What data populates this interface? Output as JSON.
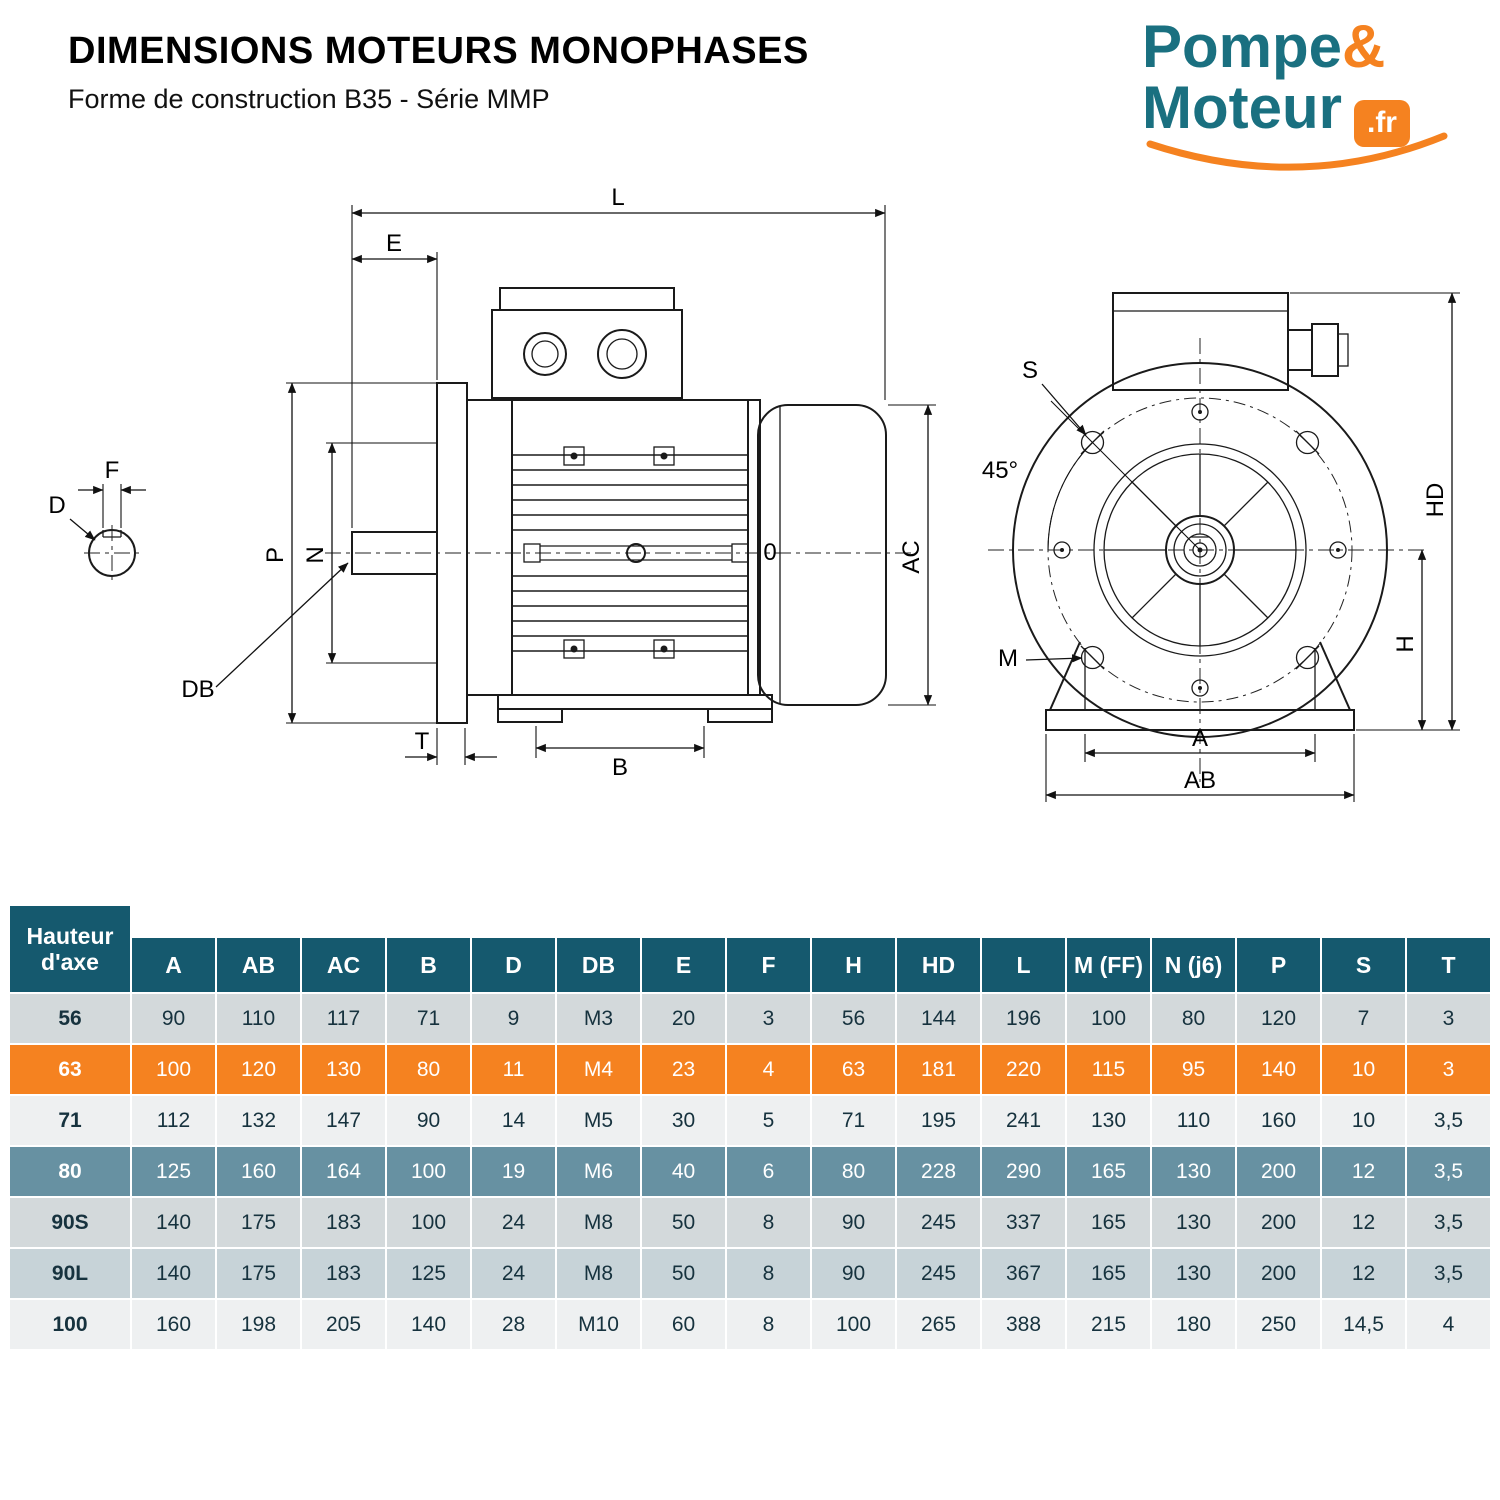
{
  "page": {
    "title": "DIMENSIONS MOTEURS MONOPHASES",
    "subtitle": "Forme de construction B35 - Série MMP"
  },
  "logo": {
    "word1": "Pompe",
    "amp": "&",
    "word2": "Moteur",
    "tld": ".fr"
  },
  "colors": {
    "brand_teal": "#1a7080",
    "brand_orange": "#f58220",
    "table_header": "#15596e",
    "row_highlight_orange": "#f58220",
    "row_steel_blue": "#6791a2"
  },
  "diagram": {
    "side": {
      "L": "L",
      "E": "E",
      "F": "F",
      "D": "D",
      "P": "P",
      "N": "N",
      "DB": "DB",
      "T": "T",
      "B": "B",
      "AC": "AC",
      "O": "0"
    },
    "front": {
      "S": "S",
      "angle": "45°",
      "M": "M",
      "HD": "HD",
      "H": "H",
      "A": "A",
      "AB": "AB"
    }
  },
  "table": {
    "corner_header": "Hauteur d'axe",
    "columns": [
      "A",
      "AB",
      "AC",
      "B",
      "D",
      "DB",
      "E",
      "F",
      "H",
      "HD",
      "L",
      "M (FF)",
      "N (j6)",
      "P",
      "S",
      "T"
    ],
    "rows": [
      {
        "name": "56",
        "variant": "gray",
        "values": [
          "90",
          "110",
          "117",
          "71",
          "9",
          "M3",
          "20",
          "3",
          "56",
          "144",
          "196",
          "100",
          "80",
          "120",
          "7",
          "3"
        ]
      },
      {
        "name": "63",
        "variant": "orange",
        "values": [
          "100",
          "120",
          "130",
          "80",
          "11",
          "M4",
          "23",
          "4",
          "63",
          "181",
          "220",
          "115",
          "95",
          "140",
          "10",
          "3"
        ]
      },
      {
        "name": "71",
        "variant": "light",
        "values": [
          "112",
          "132",
          "147",
          "90",
          "14",
          "M5",
          "30",
          "5",
          "71",
          "195",
          "241",
          "130",
          "110",
          "160",
          "10",
          "3,5"
        ]
      },
      {
        "name": "80",
        "variant": "blue",
        "values": [
          "125",
          "160",
          "164",
          "100",
          "19",
          "M6",
          "40",
          "6",
          "80",
          "228",
          "290",
          "165",
          "130",
          "200",
          "12",
          "3,5"
        ]
      },
      {
        "name": "90S",
        "variant": "gray",
        "values": [
          "140",
          "175",
          "183",
          "100",
          "24",
          "M8",
          "50",
          "8",
          "90",
          "245",
          "337",
          "165",
          "130",
          "200",
          "12",
          "3,5"
        ]
      },
      {
        "name": "90L",
        "variant": "bluegray",
        "values": [
          "140",
          "175",
          "183",
          "125",
          "24",
          "M8",
          "50",
          "8",
          "90",
          "245",
          "367",
          "165",
          "130",
          "200",
          "12",
          "3,5"
        ]
      },
      {
        "name": "100",
        "variant": "light",
        "values": [
          "160",
          "198",
          "205",
          "140",
          "28",
          "M10",
          "60",
          "8",
          "100",
          "265",
          "388",
          "215",
          "180",
          "250",
          "14,5",
          "4"
        ]
      }
    ]
  }
}
